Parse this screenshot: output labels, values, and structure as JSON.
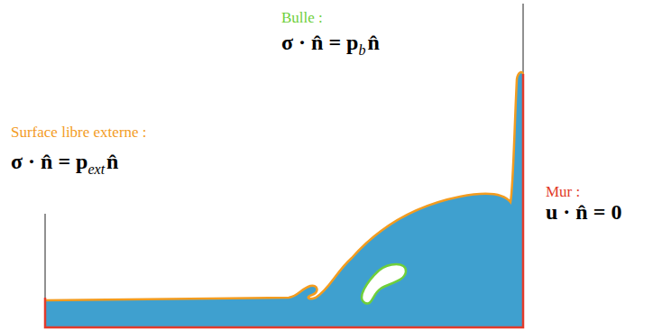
{
  "diagram": {
    "labels": [
      "Bulle :",
      "σ · n̂ = p",
      "b",
      "n̂",
      "Surface libre externe :",
      "σ · n̂ = p",
      "ext",
      "n̂",
      "Mur :",
      "u · n̂ = 0"
    ]
  }
}
